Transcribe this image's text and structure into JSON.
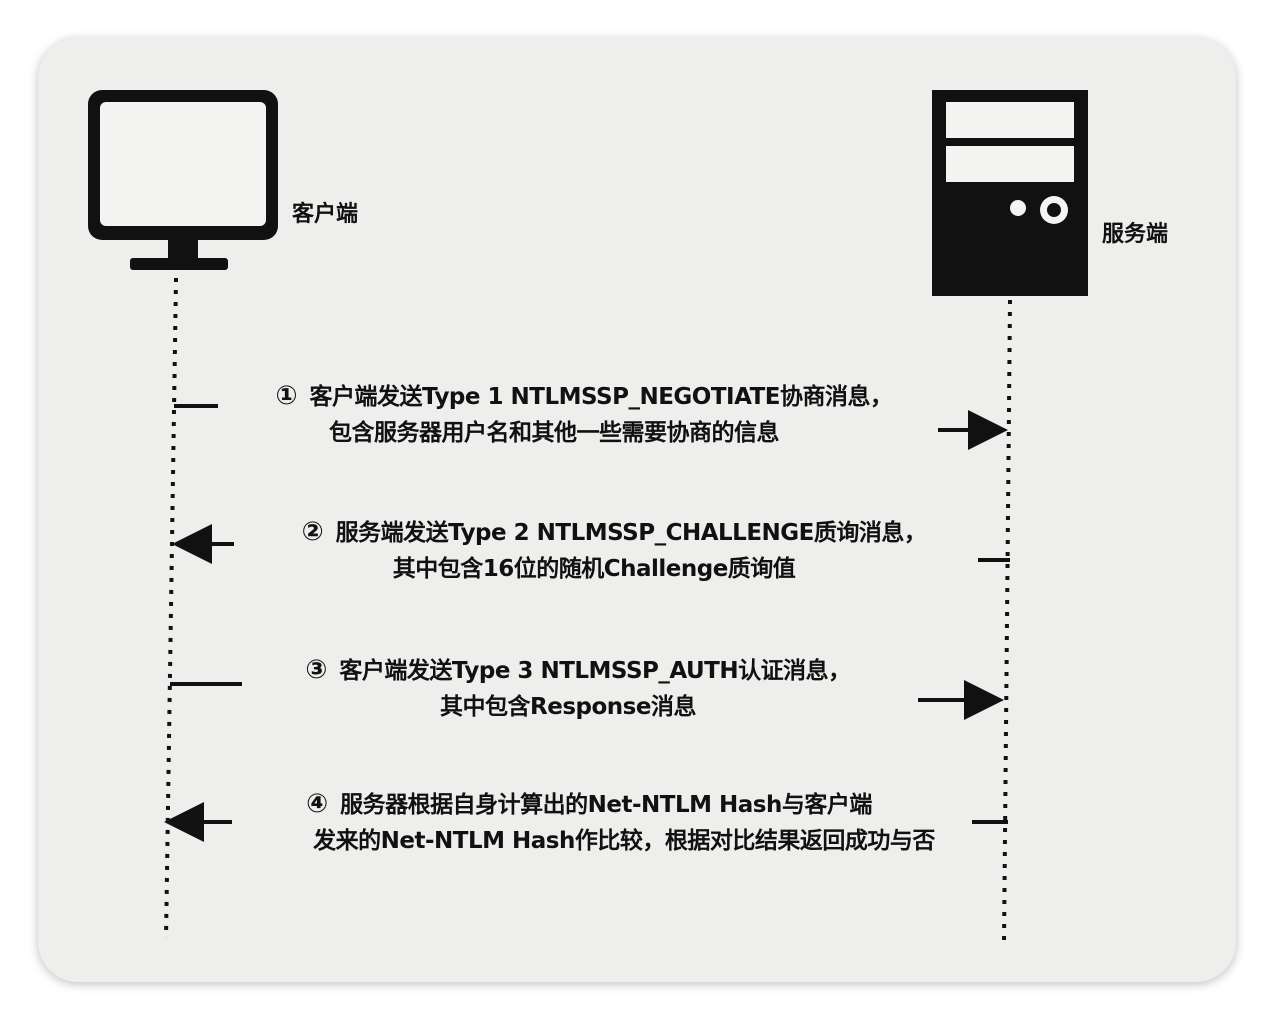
{
  "client": {
    "label": "客户端",
    "icon": "monitor-icon"
  },
  "server": {
    "label": "服务端",
    "icon": "server-tower-icon"
  },
  "messages": [
    {
      "number": "①",
      "line1": "客户端发送Type 1 NTLMSSP_NEGOTIATE协商消息，",
      "line2": "包含服务器用户名和其他一些需要协商的信息",
      "direction": "client-to-server"
    },
    {
      "number": "②",
      "line1": "服务端发送Type 2  NTLMSSP_CHALLENGE质询消息，",
      "line2": "其中包含16位的随机Challenge质询值",
      "direction": "server-to-client"
    },
    {
      "number": "③",
      "line1": "客户端发送Type 3 NTLMSSP_AUTH认证消息，",
      "line2": "其中包含Response消息",
      "direction": "client-to-server"
    },
    {
      "number": "④",
      "line1": "服务器根据自身计算出的Net-NTLM Hash与客户端",
      "line2": "发来的Net-NTLM Hash作比较，根据对比结果返回成功与否",
      "direction": "server-to-client"
    }
  ],
  "colors": {
    "ink": "#111111",
    "background": "#eeeeec"
  }
}
